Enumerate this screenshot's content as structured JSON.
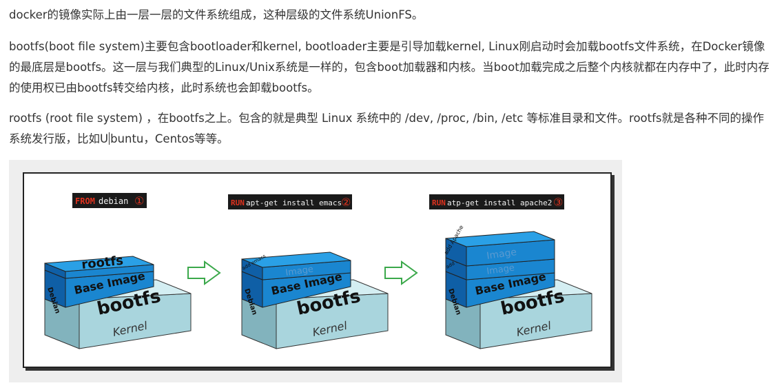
{
  "paragraphs": {
    "p1": "docker的镜像实际上由一层一层的文件系统组成，这种层级的文件系统UnionFS。",
    "p2": "bootfs(boot file system)主要包含bootloader和kernel, bootloader主要是引导加载kernel, Linux刚启动时会加载bootfs文件系统，在Docker镜像的最底层是bootfs。这一层与我们典型的Linux/Unix系统是一样的，包含boot加载器和内核。当boot加载完成之后整个内核就都在内存中了，此时内存的使用权已由bootfs转交给内核，此时系统也会卸载bootfs。",
    "p3_before_caret": "rootfs (root file system) ，在bootfs之上。包含的就是典型 Linux 系统中的 /dev, /proc, /bin, /etc 等标准目录和文件。rootfs就是各种不同的操作系统发行版，比如U",
    "p3_after_caret": "buntu，Centos等等。"
  },
  "diagram": {
    "colors": {
      "blue_top": "#2aa0e6",
      "blue_front": "#1a86d0",
      "blue_side": "#0f5fa6",
      "gray_top": "#d4eef2",
      "gray_front": "#a9d5dd",
      "gray_side": "#82b3bd",
      "label_bg": "#1a1a1a",
      "label_red": "#e0321e",
      "arrow": "#3aa84a"
    },
    "stages": [
      {
        "cmd_keyword": "FROM",
        "cmd_rest": " debian",
        "number": "①",
        "layers": {
          "rootfs": "rootfs",
          "base": "Base Image",
          "side": "Debian",
          "bootfs": "bootfs",
          "kernel": "Kernel"
        }
      },
      {
        "cmd_keyword": "RUN",
        "cmd_rest": " apt-get install emacs",
        "number": "②",
        "layers": {
          "image": "Image",
          "image_side": "add emacs",
          "base": "Base Image",
          "side": "Debian",
          "bootfs": "bootfs",
          "kernel": "Kernel"
        }
      },
      {
        "cmd_keyword": "RUN",
        "cmd_rest": " atp-get install apache2",
        "number": "③",
        "layers": {
          "image_top": "Image",
          "image_top_side": "add Apache",
          "image": "Image",
          "image_side": "add emacs",
          "base": "Base Image",
          "side": "Debian",
          "bootfs": "bootfs",
          "kernel": "Kernel"
        }
      }
    ]
  }
}
